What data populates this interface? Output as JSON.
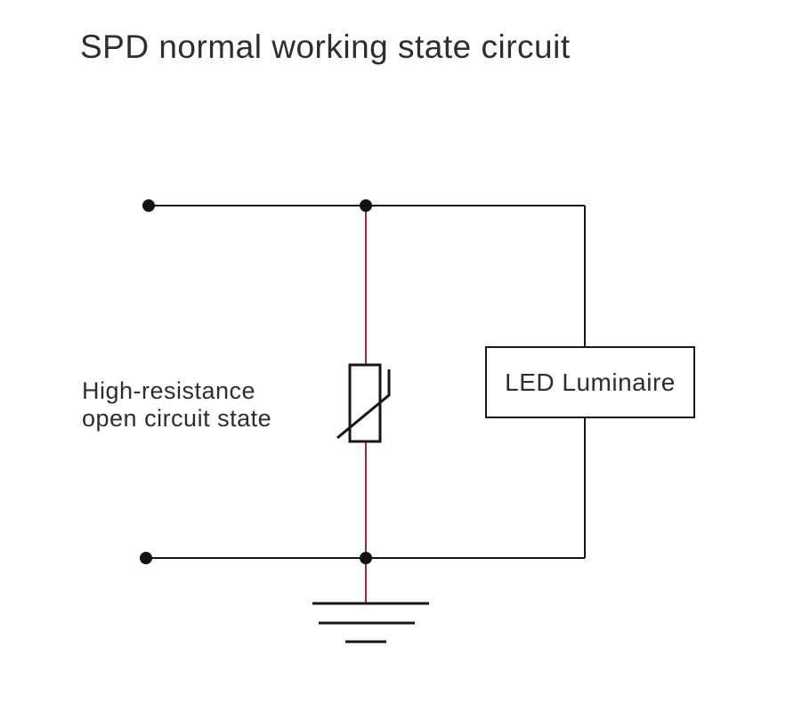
{
  "title": "SPD normal working state circuit",
  "diagram": {
    "spd_label": {
      "line1": "High-resistance",
      "line2": "open circuit state"
    },
    "led_box": {
      "label": "LED Luminaire"
    }
  },
  "colors": {
    "background": "#ffffff",
    "wire": "#161616",
    "spd_branch_wire": "#9e2a2b",
    "text": "#2e2e2e"
  }
}
